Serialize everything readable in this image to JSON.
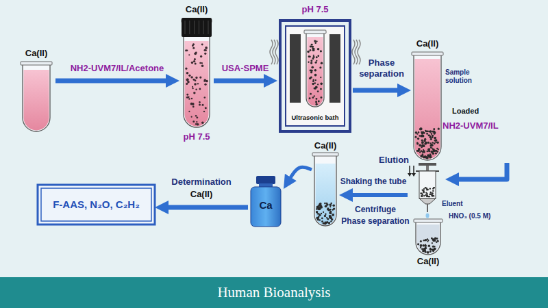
{
  "diagram": {
    "caption": "Human Bioanalysis",
    "nodes": [
      {
        "text": [
          "Ca(II)"
        ]
      },
      {
        "text": [
          "Ca(II)",
          "pH 7.5"
        ]
      },
      {
        "text": [
          "pH 7.5",
          "Ultrasonic bath"
        ]
      },
      {
        "text": [
          "Ca(II)",
          "Sample solution",
          "Loaded",
          "NH2-UVM7/IL"
        ]
      },
      {
        "text": [
          "Eluent",
          "HNO₃ (0.5 M)"
        ]
      },
      {
        "text": [
          "Ca(II)"
        ]
      },
      {
        "text": [
          "Ca(II)"
        ]
      },
      {
        "text": [
          "Ca"
        ]
      },
      {
        "text": [
          "F-AAS, N₂O, C₂H₂"
        ]
      }
    ],
    "edges": [
      {
        "from": 0,
        "to": 1,
        "arrow": "to",
        "label": "NH2-UVM7/IL/Acetone"
      },
      {
        "from": 1,
        "to": 2,
        "arrow": "to",
        "label": "USA-SPME"
      },
      {
        "from": 2,
        "to": 3,
        "arrow": "to",
        "label": "Phase separation"
      },
      {
        "from": 3,
        "to": 4,
        "arrow": "to",
        "label": "Elution"
      },
      {
        "from": 4,
        "to": 6,
        "arrow": "to",
        "label": "Shaking the tube"
      },
      {
        "from": 6,
        "to": 7,
        "arrow": "to"
      },
      {
        "from": 7,
        "to": 8,
        "arrow": "to",
        "label": "Determination"
      }
    ],
    "labels": [
      "Centrifuge",
      "Phase separation",
      "Ca(II)"
    ]
  }
}
